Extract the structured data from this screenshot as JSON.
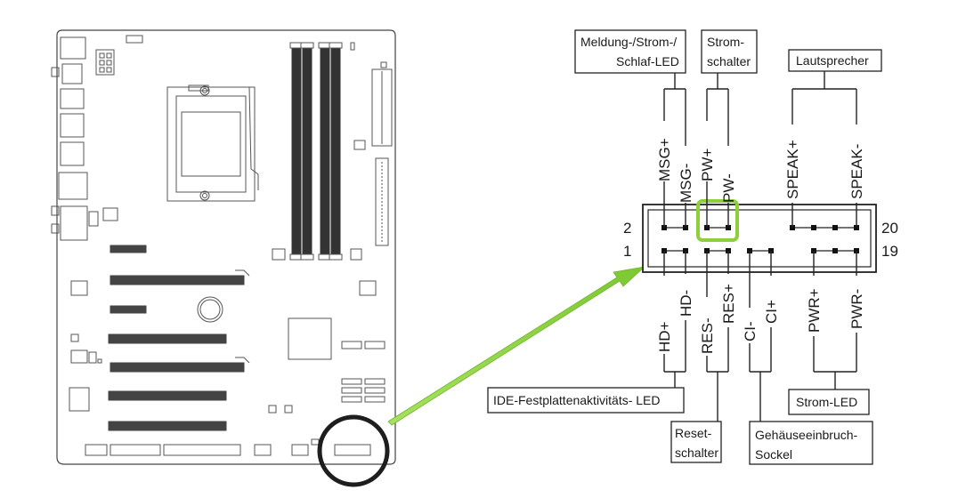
{
  "header_labels": {
    "meldung": [
      "Meldung-/Strom-/",
      "Schlaf-LED"
    ],
    "stromschalter": [
      "Strom-",
      "schalter"
    ],
    "lautsprecher": "Lautsprecher"
  },
  "footer_labels": {
    "ide": "IDE-Festplattenaktivitäts- LED",
    "reset": [
      "Reset-",
      "schalter"
    ],
    "gehaeuse": [
      "Gehäuseeinbruch-",
      "Sockel"
    ],
    "stromled": "Strom-LED"
  },
  "top_pins": [
    "MSG+",
    "MSG-",
    "PW+",
    "PW-",
    "SPEAK+",
    "SPEAK-"
  ],
  "bottom_pins": [
    "HD+",
    "HD-",
    "RES-",
    "RES+",
    "CI-",
    "CI+",
    "PWR+",
    "PWR-"
  ],
  "row_numbers": {
    "top_left": "2",
    "bottom_left": "1",
    "top_right": "20",
    "bottom_right": "19"
  },
  "colors": {
    "highlight": "#8dd03c",
    "arrow": "#8dd03c",
    "line": "#222222"
  }
}
